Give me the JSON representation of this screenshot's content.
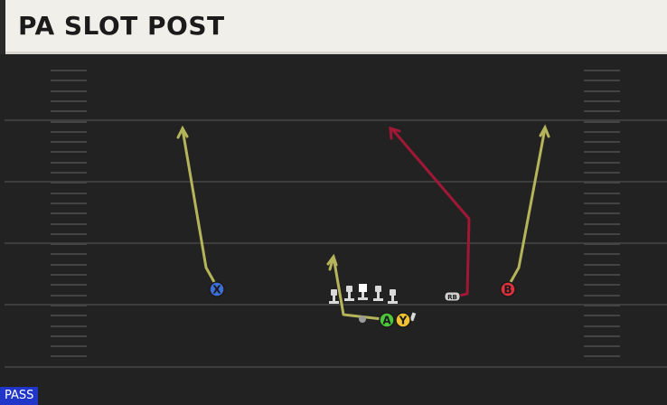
{
  "play": {
    "title": "PA SLOT POST",
    "type_badge": "PASS"
  },
  "players": {
    "x": {
      "label": "X",
      "color": "#3d6fd6"
    },
    "a": {
      "label": "A",
      "color": "#4cc73a"
    },
    "y": {
      "label": "Y",
      "color": "#f2c230"
    },
    "b": {
      "label": "B",
      "color": "#e0303b"
    },
    "rb": {
      "label": "RB",
      "color": "#cfcfcf"
    }
  },
  "colors": {
    "field": "#222222",
    "yard_line": "#3d3d3d",
    "hash": "#444444",
    "route_primary": "#b6b45a",
    "route_secondary": "#a01836",
    "lineman": "#d9d9d9"
  }
}
